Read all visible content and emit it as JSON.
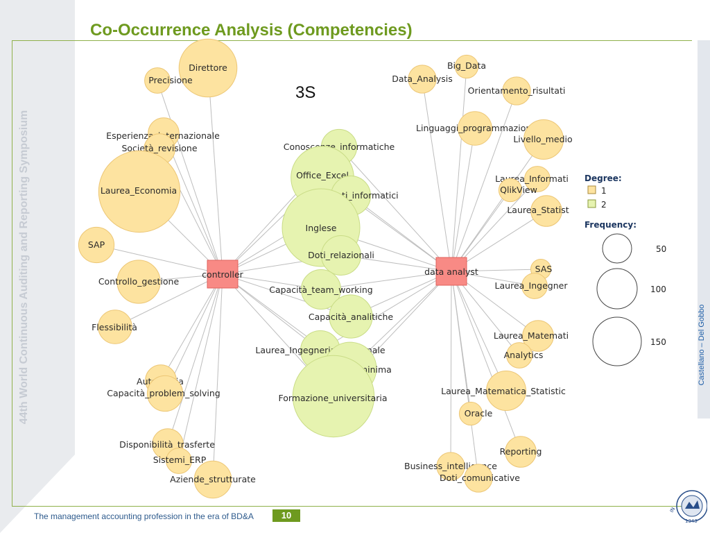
{
  "slide": {
    "title": "Co-Occurrence Analysis (Competencies)",
    "side_title": "44th World Continuous Auditing and Reporting Symposium",
    "author": "Castellano – Del Gobbo",
    "footer": "The management accounting profession in the era of BD&A",
    "page_number": "10"
  },
  "diagram": {
    "label": "3S",
    "hubs": [
      {
        "id": "controller",
        "label": "controller"
      },
      {
        "id": "data_analyst",
        "label": "data analyst"
      }
    ],
    "nodes": [
      {
        "id": "direttore",
        "label": "Direttore",
        "degree": 1,
        "frequency": 55,
        "links": [
          "controller"
        ]
      },
      {
        "id": "precisione",
        "label": "Precisione",
        "degree": 1,
        "frequency": 10,
        "links": [
          "controller"
        ]
      },
      {
        "id": "esperienza_internazionale",
        "label": "Esperienza_internazionale",
        "degree": 1,
        "frequency": 15,
        "links": [
          "controller"
        ]
      },
      {
        "id": "societa_revisione",
        "label": "Società_revisione",
        "degree": 1,
        "frequency": 15,
        "links": [
          "controller"
        ]
      },
      {
        "id": "laurea_economia",
        "label": "Laurea_Economia",
        "degree": 1,
        "frequency": 110,
        "links": [
          "controller"
        ]
      },
      {
        "id": "sap",
        "label": "SAP",
        "degree": 1,
        "frequency": 20,
        "links": [
          "controller"
        ]
      },
      {
        "id": "controllo_gestione",
        "label": "Controllo_gestione",
        "degree": 1,
        "frequency": 30,
        "links": [
          "controller"
        ]
      },
      {
        "id": "flessibilita",
        "label": "Flessibilità",
        "degree": 1,
        "frequency": 18,
        "links": [
          "controller"
        ]
      },
      {
        "id": "autonomia",
        "label": "Autonomia",
        "degree": 1,
        "frequency": 15,
        "links": [
          "controller"
        ]
      },
      {
        "id": "capacita_problem_solving",
        "label": "Capacità_problem_solving",
        "degree": 1,
        "frequency": 20,
        "links": [
          "controller"
        ]
      },
      {
        "id": "disponibilita_trasferte",
        "label": "Disponibilità_trasferte",
        "degree": 1,
        "frequency": 15,
        "links": [
          "controller"
        ]
      },
      {
        "id": "sistemi_erp",
        "label": "Sistemi_ERP",
        "degree": 1,
        "frequency": 10,
        "links": [
          "controller"
        ]
      },
      {
        "id": "aziende_strutturate",
        "label": "Aziende_strutturate",
        "degree": 1,
        "frequency": 22,
        "links": [
          "controller"
        ]
      },
      {
        "id": "conoscenze_informatiche",
        "label": "Conoscenze_informatiche",
        "degree": 2,
        "frequency": 20,
        "links": [
          "controller",
          "data_analyst"
        ]
      },
      {
        "id": "office_excel",
        "label": "Office_Excel",
        "degree": 2,
        "frequency": 65,
        "links": [
          "controller",
          "data_analyst"
        ]
      },
      {
        "id": "strumenti_informatici",
        "label": "Strumenti_informatici",
        "degree": 2,
        "frequency": 25,
        "links": [
          "controller",
          "data_analyst"
        ]
      },
      {
        "id": "inglese",
        "label": "Inglese",
        "degree": 2,
        "frequency": 100,
        "links": [
          "controller",
          "data_analyst"
        ]
      },
      {
        "id": "doti_relazionali",
        "label": "Doti_relazionali",
        "degree": 2,
        "frequency": 25,
        "links": [
          "controller",
          "data_analyst"
        ]
      },
      {
        "id": "capacita_team_working",
        "label": "Capacità_team_working",
        "degree": 2,
        "frequency": 25,
        "links": [
          "controller",
          "data_analyst"
        ]
      },
      {
        "id": "capacita_analitiche",
        "label": "Capacità_analitiche",
        "degree": 2,
        "frequency": 30,
        "links": [
          "controller",
          "data_analyst"
        ]
      },
      {
        "id": "laurea_ingegneria_gestionale",
        "label": "Laurea_Ingegneria_gestionale",
        "degree": 2,
        "frequency": 25,
        "links": [
          "controller",
          "data_analyst"
        ]
      },
      {
        "id": "esperienza_minima",
        "label": "Esperienza_minima",
        "degree": 2,
        "frequency": 45,
        "links": [
          "controller",
          "data_analyst"
        ]
      },
      {
        "id": "formazione_universitaria",
        "label": "Formazione_universitaria",
        "degree": 2,
        "frequency": 110,
        "links": [
          "controller",
          "data_analyst"
        ]
      },
      {
        "id": "big_data",
        "label": "Big_Data",
        "degree": 1,
        "frequency": 8,
        "links": [
          "data_analyst"
        ]
      },
      {
        "id": "data_analysis",
        "label": "Data_Analysis",
        "degree": 1,
        "frequency": 12,
        "links": [
          "data_analyst"
        ]
      },
      {
        "id": "orientamento_risultati",
        "label": "Orientamento_risultati",
        "degree": 1,
        "frequency": 12,
        "links": [
          "data_analyst"
        ]
      },
      {
        "id": "linguaggi_programmazione",
        "label": "Linguaggi_programmazione",
        "degree": 1,
        "frequency": 18,
        "links": [
          "data_analyst"
        ]
      },
      {
        "id": "livello_medio",
        "label": "Livello_medio",
        "degree": 1,
        "frequency": 25,
        "links": [
          "data_analyst"
        ]
      },
      {
        "id": "laurea_informatica",
        "label": "Laurea_Informati",
        "degree": 1,
        "frequency": 10,
        "links": [
          "data_analyst"
        ]
      },
      {
        "id": "qlikview",
        "label": "QlikView",
        "degree": 1,
        "frequency": 8,
        "links": [
          "data_analyst"
        ]
      },
      {
        "id": "laurea_statistica",
        "label": "Laurea_Statist",
        "degree": 1,
        "frequency": 15,
        "links": [
          "data_analyst"
        ]
      },
      {
        "id": "sas",
        "label": "SAS",
        "degree": 1,
        "frequency": 6,
        "links": [
          "data_analyst"
        ]
      },
      {
        "id": "laurea_ingegneria",
        "label": "Laurea_Ingegner",
        "degree": 1,
        "frequency": 10,
        "links": [
          "data_analyst"
        ]
      },
      {
        "id": "laurea_matematica",
        "label": "Laurea_Matemati",
        "degree": 1,
        "frequency": 15,
        "links": [
          "data_analyst"
        ]
      },
      {
        "id": "analytics",
        "label": "Analytics",
        "degree": 1,
        "frequency": 10,
        "links": [
          "data_analyst"
        ]
      },
      {
        "id": "laurea_matematica_statistica",
        "label": "Laurea_Matematica_Statistic",
        "degree": 1,
        "frequency": 25,
        "links": [
          "data_analyst"
        ]
      },
      {
        "id": "oracle",
        "label": "Oracle",
        "degree": 1,
        "frequency": 8,
        "links": [
          "data_analyst"
        ]
      },
      {
        "id": "reporting",
        "label": "Reporting",
        "degree": 1,
        "frequency": 15,
        "links": [
          "data_analyst"
        ]
      },
      {
        "id": "business_intelligence",
        "label": "Business_intelligence",
        "degree": 1,
        "frequency": 12,
        "links": [
          "data_analyst"
        ]
      },
      {
        "id": "doti_comunicative",
        "label": "Doti_comunicative",
        "degree": 1,
        "frequency": 12,
        "links": [
          "data_analyst"
        ]
      }
    ],
    "legend": {
      "degree_title": "Degree:",
      "degrees": [
        {
          "label": "1",
          "color": "#fde3a0"
        },
        {
          "label": "2",
          "color": "#e6f3b0"
        }
      ],
      "frequency_title": "Frequency:",
      "frequencies": [
        "50",
        "100",
        "150"
      ]
    }
  },
  "colors": {
    "title_green": "#6e9a1f",
    "hub_fill": "#f88a85",
    "degree1_fill": "#fde3a0",
    "degree2_fill": "#e6f3b0",
    "edge": "#bdbdbd"
  }
}
